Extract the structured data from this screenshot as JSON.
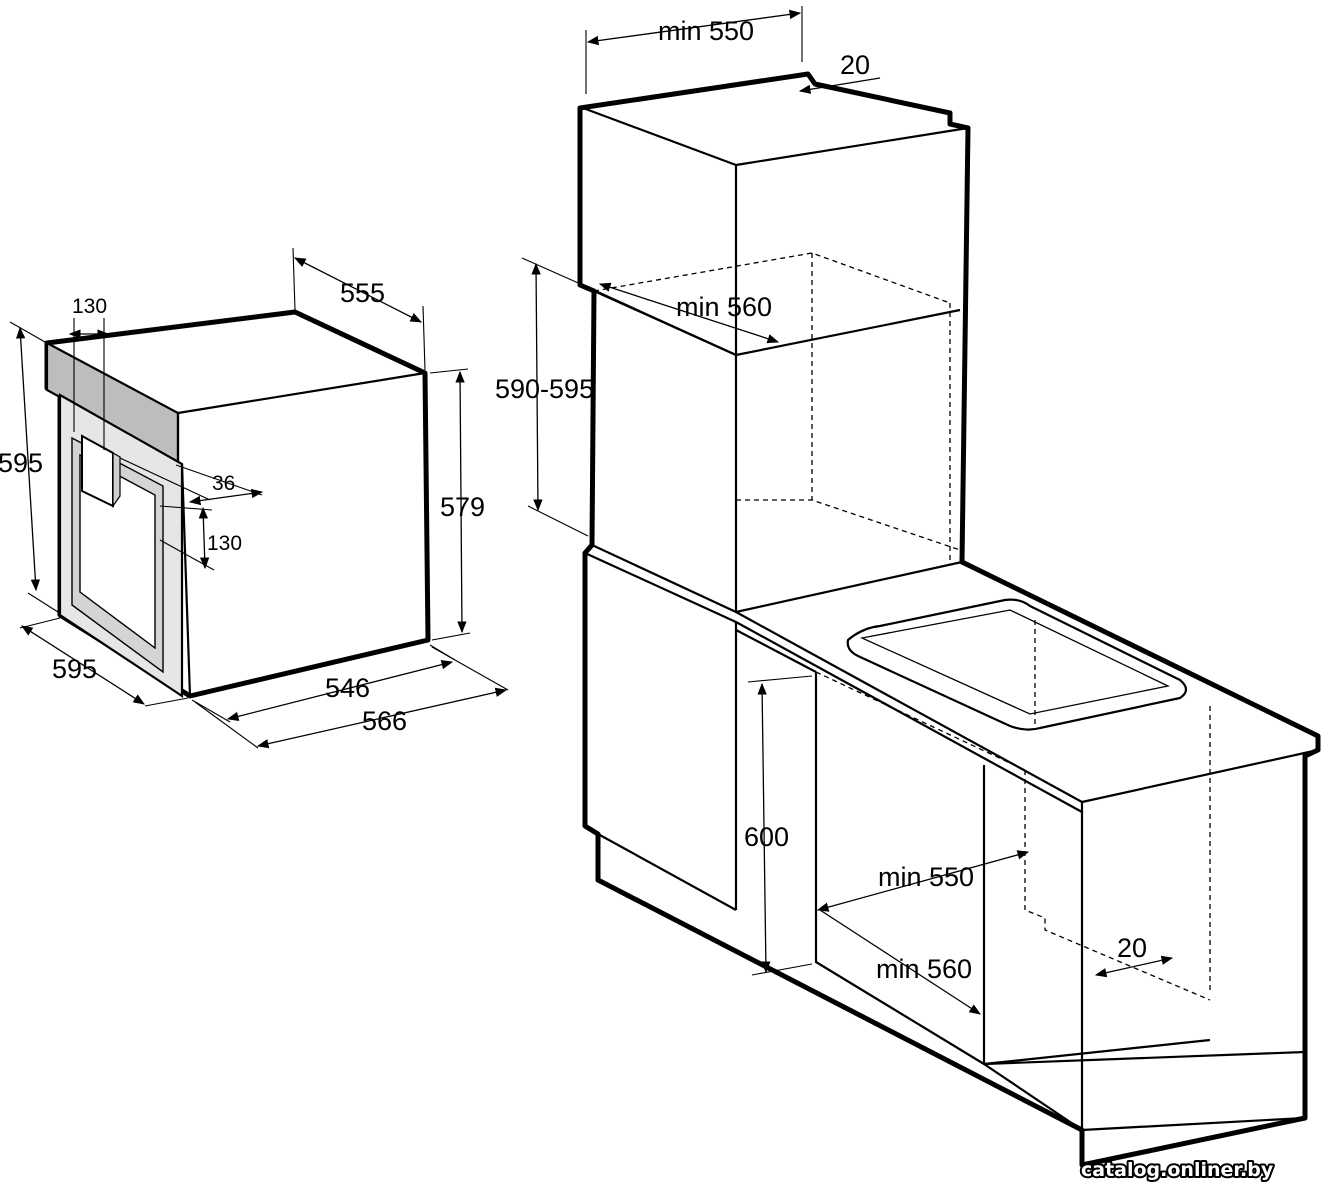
{
  "oven": {
    "dims": {
      "width_595_bottom": "595",
      "height_595_left": "595",
      "depth_555": "555",
      "height_579": "579",
      "depth_546": "546",
      "depth_566": "566",
      "panel_130_top": "130",
      "panel_36": "36",
      "panel_130_side": "130"
    }
  },
  "installation": {
    "dims": {
      "upper_min_550": "min 550",
      "upper_20": "20",
      "upper_min_560": "min 560",
      "niche_590_595": "590-595",
      "lower_600": "600",
      "lower_min_550": "min 550",
      "lower_min_560": "min 560",
      "lower_20": "20"
    }
  },
  "watermark": "catalog.onliner.by",
  "colors": {
    "line": "#000000",
    "background": "#ffffff",
    "panel": "#bdbdbd",
    "door_glass": "#d9d9d9"
  }
}
